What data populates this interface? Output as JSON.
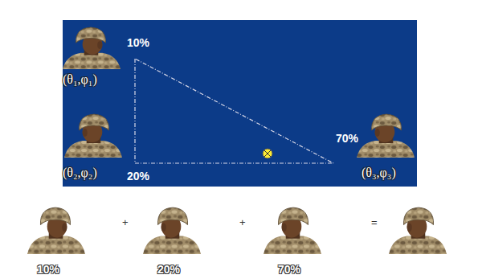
{
  "diagram": {
    "labels": [
      "10%",
      "(θ₁,φ₁)",
      "(θ₂,φ₂)",
      "20%",
      "70%",
      "(θ₃,φ₃)",
      "10%",
      "+",
      "20%",
      "+",
      "70%",
      "="
    ]
  }
}
